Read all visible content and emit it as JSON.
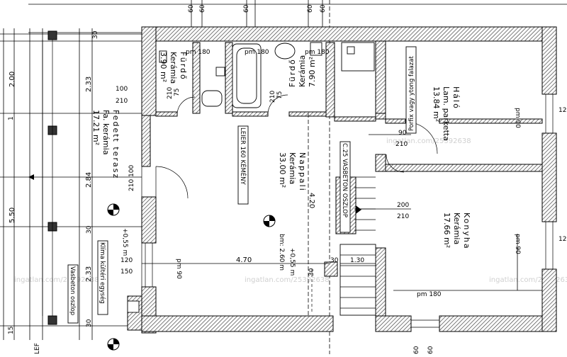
{
  "rooms": {
    "furdo1": {
      "name": "Fürdő",
      "floor": "Kerámia",
      "area": "3.90 m²"
    },
    "furdo2": {
      "name": "Fürdő",
      "floor": "Kerámia",
      "area": "7.90 m²"
    },
    "halo": {
      "name": "Háló",
      "floor": "Lam. parketta",
      "area": "13.84 m²"
    },
    "fedett_terasz": {
      "name": "Fedett terasz",
      "floor": "Fa. kerámia",
      "area": "17.21 m²"
    },
    "nappali": {
      "name": "Nappali",
      "floor": "Kerámia",
      "area": "33.00 m²"
    },
    "konyha": {
      "name": "Konyha",
      "floor": "Kerámia",
      "area": "17.66 m²"
    }
  },
  "annotations": {
    "porfix": "Porfix vagy ytong falazat",
    "leier": "LEIER 160 KÉMÉNY",
    "vasbeton_c25": "C.25 VASBETON OSZLOP",
    "klima": "Klíma kültéri egység",
    "vasbeton_oszlop": "Vasbeton oszlop",
    "level1": "+0,55 m",
    "level2": "+0,55 m",
    "bm": "bm: 2.60 m",
    "left_bottom": "LEF"
  },
  "labels": {
    "pm180": "pm 180",
    "pm90": "pm 90",
    "d100": "100",
    "d210": "210",
    "d75": "75",
    "d90": "90",
    "d200": "200",
    "d120": "120",
    "d150": "150",
    "d60": "60",
    "d30": "30",
    "d200b": "2.00",
    "d233": "2.33",
    "d284": "2.84",
    "d550": "5.50",
    "d233b": "2.33",
    "d420": "4.20",
    "d470": "4.70",
    "d130": "1.30",
    "d12": "12",
    "d15": "15",
    "d1": "1"
  },
  "watermark": "ingatlan.com/25392638",
  "colors": {
    "line": "#000000",
    "hatch": "#444444",
    "watermark": "#d0d0d0"
  }
}
